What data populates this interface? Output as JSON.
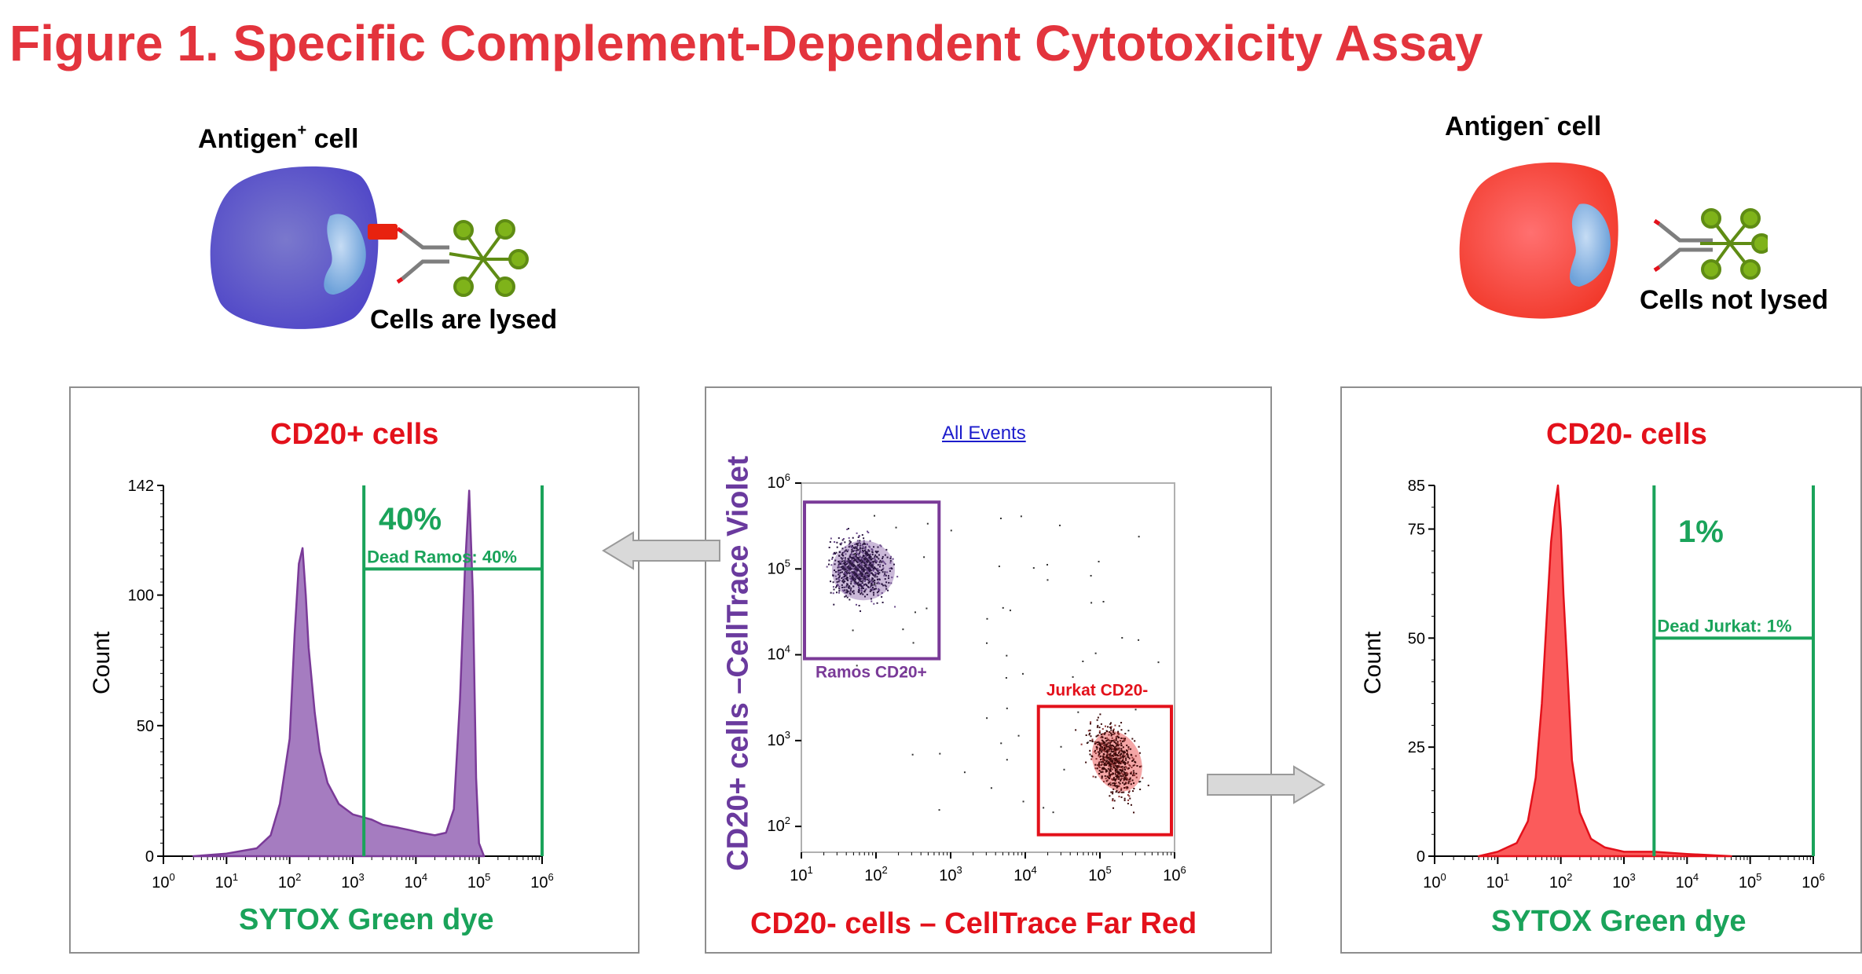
{
  "title": "Figure 1. Specific Complement-Dependent Cytotoxicity Assay",
  "illustration": {
    "left_cell": {
      "label": "Antigen",
      "sup": "+",
      "suffix": " cell",
      "caption": "Cells are lysed",
      "color": "#5f5ac8"
    },
    "right_cell": {
      "label": "Antigen",
      "sup": "-",
      "suffix": " cell",
      "caption": "Cells not lysed",
      "color": "#f2433c"
    }
  },
  "colors": {
    "title_red": "#e3343d",
    "gate_green": "#1aa35a",
    "purple_fill": "#a57cc0",
    "purple_line": "#7a3a98",
    "red_fill": "#fb5b5b",
    "red_line": "#e3111b",
    "purple_axis": "#6a3a9e"
  },
  "panels": {
    "left": {
      "title": "CD20+ cells",
      "xlabel": "SYTOX Green dye",
      "ylabel": "Count",
      "percent_label": "40%",
      "gate_label": "Dead Ramos: 40%"
    },
    "center": {
      "link": "All Events",
      "xlabel": "CD20- cells – CellTrace Far Red",
      "ylabel": "CD20+ cells –CellTrace Violet",
      "gate_ramos": "Ramos CD20+",
      "gate_jurkat": "Jurkat CD20-"
    },
    "right": {
      "title": "CD20- cells",
      "xlabel": "SYTOX Green dye",
      "ylabel": "Count",
      "percent_label": "1%",
      "gate_label": "Dead Jurkat: 1%"
    }
  },
  "chart_data": [
    {
      "type": "area",
      "title": "CD20+ cells",
      "xlabel": "SYTOX Green dye",
      "ylabel": "Count",
      "x_scale": "log",
      "xlim": [
        1,
        1000000
      ],
      "ylim": [
        0,
        142
      ],
      "x_ticks": [
        "10^0",
        "10^1",
        "10^2",
        "10^3",
        "10^4",
        "10^5",
        "10^6"
      ],
      "y_ticks": [
        0,
        50,
        100,
        142
      ],
      "series": [
        {
          "x": [
            3,
            10,
            30,
            50,
            70,
            100,
            120,
            140,
            160,
            180,
            200,
            250,
            300,
            400,
            600,
            1000,
            2000,
            3000,
            5000,
            8000,
            12000,
            20000,
            30000,
            40000,
            50000,
            60000,
            70000,
            80000,
            90000,
            100000,
            120000
          ],
          "values": [
            0,
            1,
            3,
            8,
            20,
            45,
            85,
            112,
            118,
            100,
            80,
            55,
            40,
            28,
            20,
            16,
            14,
            12,
            11,
            10,
            9,
            8,
            9,
            18,
            60,
            110,
            140,
            100,
            30,
            5,
            0
          ]
        }
      ],
      "gate": {
        "label": "Dead Ramos: 40%",
        "x_range": [
          1500,
          1000000
        ],
        "y": 110
      },
      "annotation": "40%"
    },
    {
      "type": "scatter",
      "title": "All Events",
      "xlabel": "CD20- cells – CellTrace Far Red",
      "ylabel": "CD20+ cells –CellTrace Violet",
      "x_scale": "log",
      "y_scale": "log",
      "xlim": [
        10,
        1000000
      ],
      "ylim": [
        50,
        1000000
      ],
      "x_ticks": [
        "10^1",
        "10^2",
        "10^3",
        "10^4",
        "10^5",
        "10^6"
      ],
      "y_ticks": [
        "10^2",
        "10^3",
        "10^4",
        "10^5",
        "10^6"
      ],
      "populations": [
        {
          "name": "Ramos CD20+",
          "center": [
            60,
            100000
          ],
          "gate_x": [
            10,
            700
          ],
          "gate_y": [
            9000,
            600000
          ]
        },
        {
          "name": "Jurkat CD20-",
          "center": [
            150000,
            600
          ],
          "gate_x": [
            15000,
            1000000
          ],
          "gate_y": [
            80,
            2500
          ]
        }
      ]
    },
    {
      "type": "area",
      "title": "CD20- cells",
      "xlabel": "SYTOX Green dye",
      "ylabel": "Count",
      "x_scale": "log",
      "xlim": [
        1,
        1000000
      ],
      "ylim": [
        0,
        85
      ],
      "x_ticks": [
        "10^0",
        "10^1",
        "10^2",
        "10^3",
        "10^4",
        "10^5",
        "10^6"
      ],
      "y_ticks": [
        0,
        25,
        50,
        75,
        85
      ],
      "series": [
        {
          "x": [
            5,
            10,
            20,
            30,
            40,
            50,
            60,
            70,
            80,
            90,
            100,
            110,
            130,
            150,
            200,
            300,
            500,
            1000,
            3000,
            10000,
            50000
          ],
          "values": [
            0,
            1,
            3,
            8,
            18,
            35,
            55,
            72,
            80,
            85,
            75,
            60,
            40,
            22,
            10,
            4,
            2,
            1,
            1,
            0.5,
            0
          ]
        }
      ],
      "gate": {
        "label": "Dead Jurkat: 1%",
        "x_range": [
          3000,
          1000000
        ],
        "y": 50
      },
      "annotation": "1%"
    }
  ]
}
